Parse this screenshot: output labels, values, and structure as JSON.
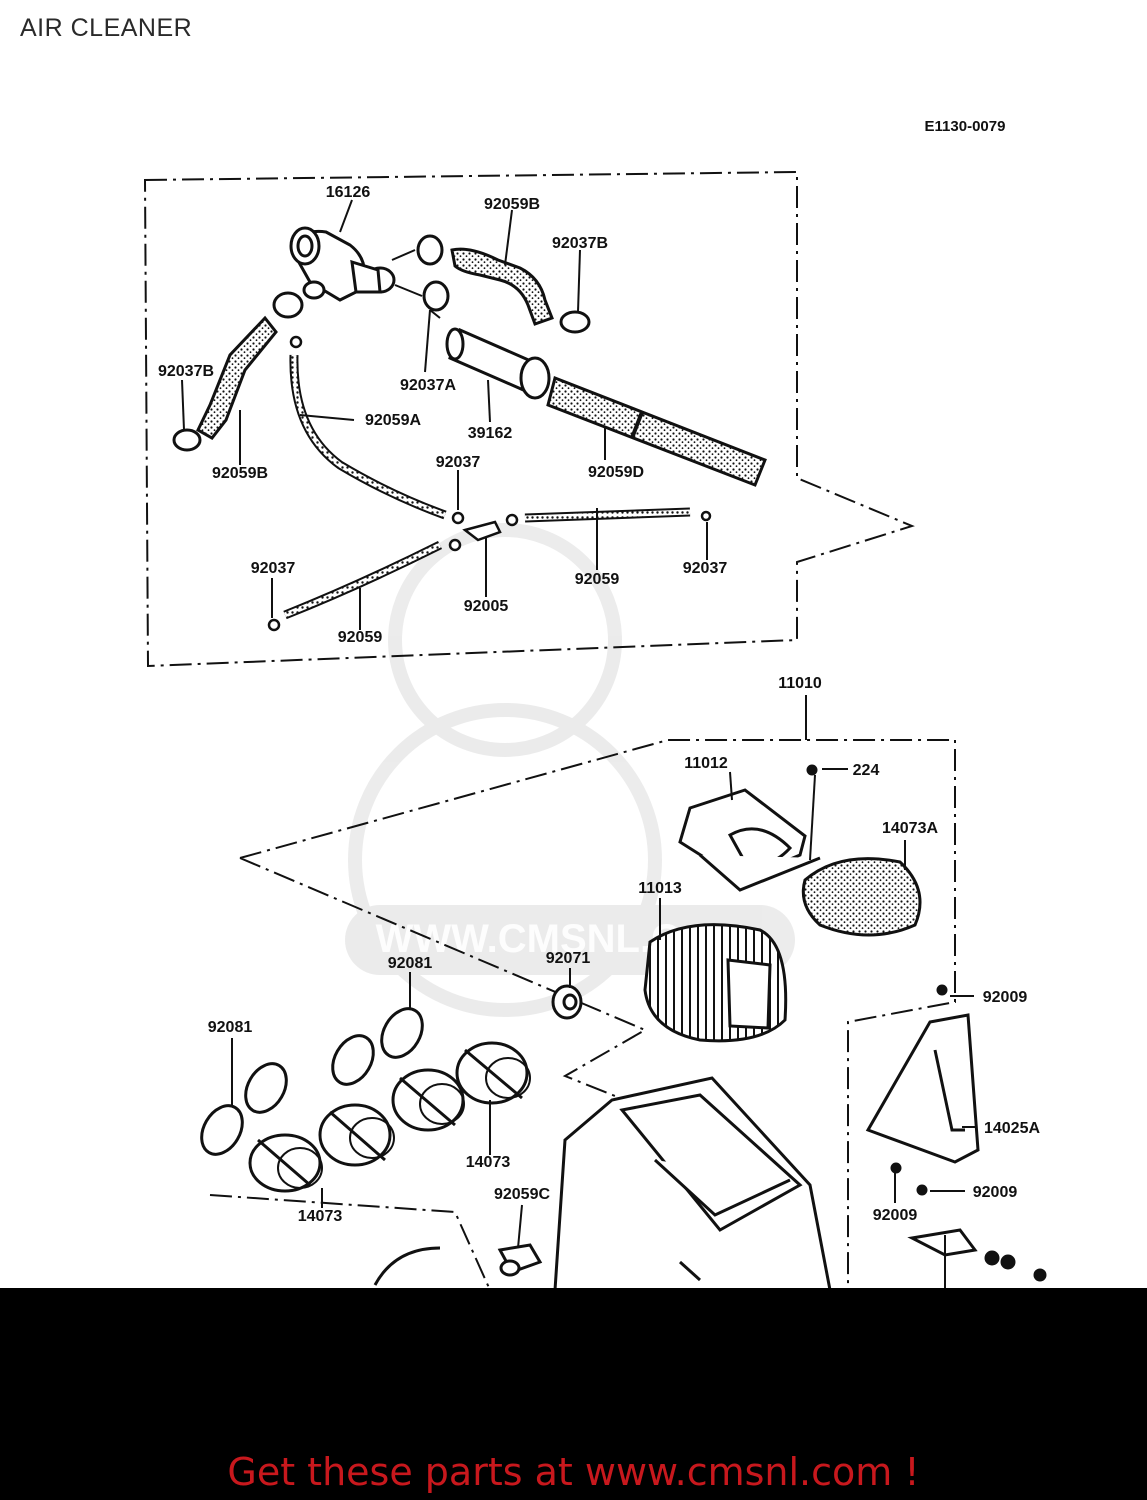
{
  "page": {
    "title": "AIR CLEANER"
  },
  "diagram": {
    "drawing_code": "E1130-0079",
    "watermark": "WWW.CMSNL.COM",
    "upper_section_labels": [
      "16126",
      "92059B",
      "92037B",
      "92037B",
      "92037A",
      "39162",
      "92059A",
      "92059B",
      "92037",
      "92059D",
      "92037",
      "92059",
      "92037",
      "92005",
      "92059"
    ],
    "lower_section_labels": [
      "11010",
      "11012",
      "224",
      "14073A",
      "11013",
      "92081",
      "92071",
      "92009",
      "92081",
      "14025A",
      "14073",
      "92009",
      "92059C",
      "14073",
      "92009"
    ]
  },
  "footer": {
    "link_text": "Get these parts at www.cmsnl.com !",
    "color": "#c8181d"
  }
}
